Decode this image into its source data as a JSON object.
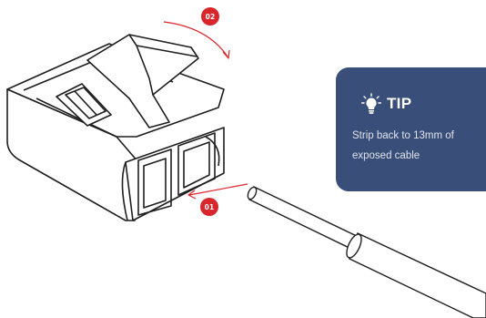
{
  "steps": {
    "first": "01",
    "second": "02"
  },
  "tip": {
    "title": "TIP",
    "text": "Strip back to 13mm of exposed cable",
    "icon": "lightbulb-icon"
  },
  "colors": {
    "badge": "#d8262d",
    "tip_background": "#394e78",
    "line": "#1e1e1e"
  }
}
